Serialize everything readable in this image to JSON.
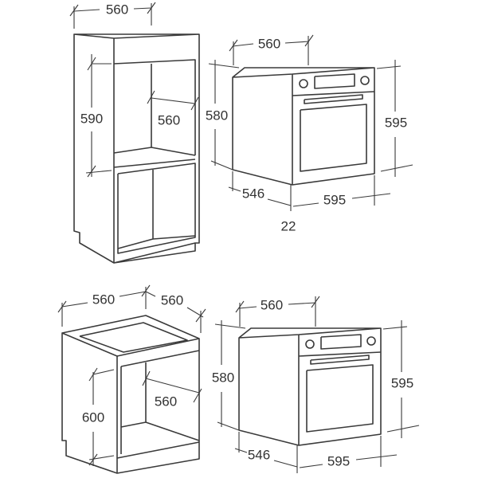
{
  "tall_cabinet": {
    "width": "560",
    "niche_height": "590",
    "niche_depth": "560"
  },
  "oven_top": {
    "width": "560",
    "height_side": "580",
    "height_front": "595",
    "depth": "546",
    "front_width": "595",
    "door_thickness": "22"
  },
  "base_cabinet": {
    "width": "560",
    "depth": "560",
    "niche_height": "600",
    "niche_depth": "560"
  },
  "oven_bottom": {
    "width": "560",
    "height_side": "580",
    "height_front": "595",
    "depth": "546",
    "front_width": "595"
  }
}
